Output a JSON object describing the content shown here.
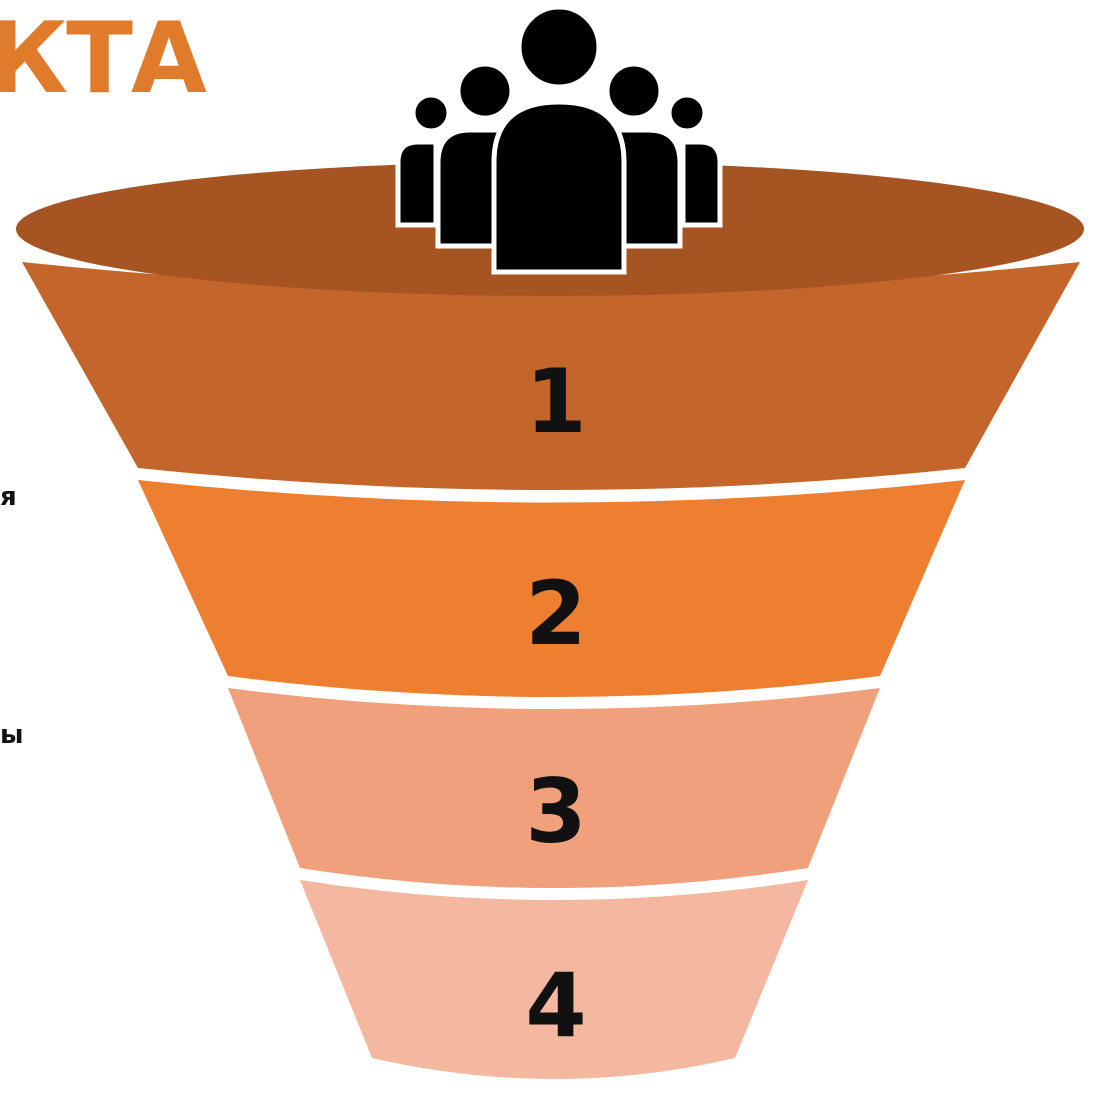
{
  "header": {
    "title_fragment": "КТА"
  },
  "side_text": {
    "fragment_1": "я",
    "fragment_2": "ы"
  },
  "funnel": {
    "icon": "people-group-icon",
    "colors": {
      "rim": "#a65522",
      "stage_1": "#c4662b",
      "stage_2": "#ee7f31",
      "stage_3": "#f0a07a",
      "stage_4": "#f4b8a0",
      "title": "#e07b2c",
      "icon": "#000000"
    },
    "stages": [
      {
        "label": "1"
      },
      {
        "label": "2"
      },
      {
        "label": "3"
      },
      {
        "label": "4"
      }
    ]
  }
}
